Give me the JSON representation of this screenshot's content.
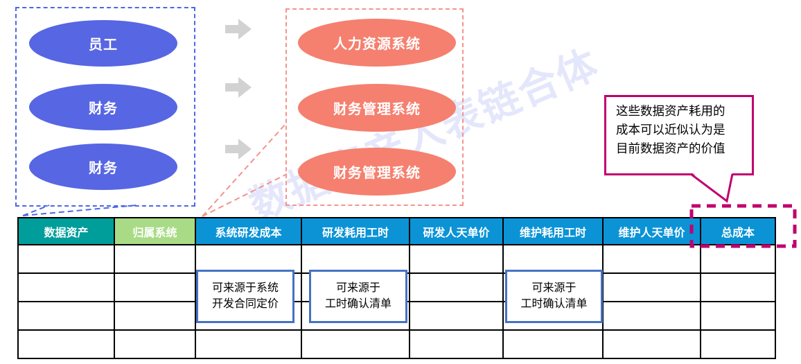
{
  "source_group": {
    "items": [
      {
        "label": "员工"
      },
      {
        "label": "财务"
      },
      {
        "label": "财务"
      }
    ]
  },
  "system_group": {
    "items": [
      {
        "label": "人力资源系统"
      },
      {
        "label": "财务管理系统"
      },
      {
        "label": "财务管理系统"
      }
    ]
  },
  "watermark_text": "数据资产入表链合体",
  "value_callout": {
    "lines": [
      "这些数据资产耗用的",
      "成本可以近似认为是",
      "目前数据资产的价值"
    ]
  },
  "table": {
    "headers": [
      "数据资产",
      "归属系统",
      "系统研发成本",
      "研发耗用工时",
      "研发人天单价",
      "维护耗用工时",
      "维护人天单价",
      "总成本"
    ],
    "rows": [
      [
        "",
        "",
        "",
        "",
        "",
        "",
        "",
        ""
      ],
      [
        "",
        "",
        "",
        "",
        "",
        "",
        "",
        ""
      ],
      [
        "",
        "",
        "",
        "",
        "",
        "",
        "",
        ""
      ],
      [
        "",
        "",
        "",
        "",
        "",
        "",
        "",
        ""
      ]
    ]
  },
  "notes": [
    {
      "lines": [
        "可来源于系统",
        "开发合同定价"
      ]
    },
    {
      "lines": [
        "可来源于",
        "工时确认清单"
      ]
    },
    {
      "lines": [
        "可来源于",
        "工时确认清单"
      ]
    }
  ],
  "colors": {
    "entity_blue": "#5766e3",
    "system_salmon": "#f5806f",
    "source_box_dash": "#4b66e8",
    "system_box_dash": "#f4938d",
    "arrow_gray": "#d2d2d2",
    "header_blue": "#0b93d6",
    "header_teal": "#009e9b",
    "header_green": "#a9db86",
    "magenta": "#c0006e",
    "note_border_blue": "#4472c4"
  }
}
